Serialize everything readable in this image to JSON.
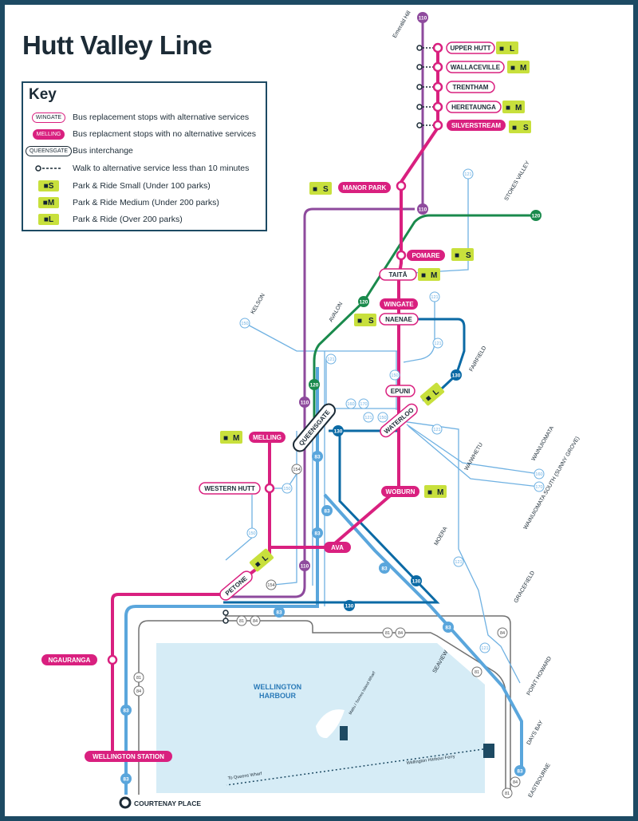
{
  "title": "Hutt Valley Line",
  "key": {
    "heading": "Key",
    "items": [
      {
        "symbol": "pill-outline",
        "sample": "WINGATE",
        "label": "Bus replacement stops with alternative services"
      },
      {
        "symbol": "pill-filled",
        "sample": "MELLING",
        "label": "Bus replacment stops with no alternative services"
      },
      {
        "symbol": "pill-black",
        "sample": "QUEENSGATE",
        "label": "Bus interchange"
      },
      {
        "symbol": "walk-dots",
        "sample": "",
        "label": "Walk to alternative service less than 10 minutes"
      },
      {
        "symbol": "park-ride",
        "sample": "S",
        "label": "Park & Ride Small (Under 100 parks)"
      },
      {
        "symbol": "park-ride",
        "sample": "M",
        "label": "Park & Ride Medium (Under 200 parks)"
      },
      {
        "symbol": "park-ride",
        "sample": "L",
        "label": "Park & Ride (Over 200 parks)"
      }
    ]
  },
  "colors": {
    "hutt_line": "#d9207f",
    "route_110": "#8e4a9d",
    "route_120": "#1a8a4c",
    "route_130": "#0b6aa5",
    "route_83": "#5aa6dc",
    "minor_route": "#6fb1e2",
    "route_81_84": "#707070",
    "harbour": "#d6ecf6",
    "park_ride": "#c8e03c",
    "frame": "#1d4a63",
    "text": "#1c2b36"
  },
  "stations": [
    {
      "name": "UPPER HUTT",
      "style": "outline",
      "park_ride": "L"
    },
    {
      "name": "WALLACEVILLE",
      "style": "outline",
      "park_ride": "M"
    },
    {
      "name": "TRENTHAM",
      "style": "outline",
      "park_ride": ""
    },
    {
      "name": "HERETAUNGA",
      "style": "outline",
      "park_ride": "M"
    },
    {
      "name": "SILVERSTREAM",
      "style": "filled",
      "park_ride": "S"
    },
    {
      "name": "MANOR PARK",
      "style": "filled",
      "park_ride": "S"
    },
    {
      "name": "POMARE",
      "style": "filled",
      "park_ride": "S"
    },
    {
      "name": "TAITĀ",
      "style": "outline",
      "park_ride": "M"
    },
    {
      "name": "WINGATE",
      "style": "filled",
      "park_ride": ""
    },
    {
      "name": "NAENAE",
      "style": "outline",
      "park_ride": "S"
    },
    {
      "name": "EPUNI",
      "style": "outline",
      "park_ride": ""
    },
    {
      "name": "WATERLOO",
      "style": "outline",
      "park_ride": "L"
    },
    {
      "name": "QUEENSGATE",
      "style": "interchange",
      "park_ride": ""
    },
    {
      "name": "MELLING",
      "style": "filled",
      "park_ride": "M"
    },
    {
      "name": "WESTERN HUTT",
      "style": "outline",
      "park_ride": ""
    },
    {
      "name": "WOBURN",
      "style": "filled",
      "park_ride": "M"
    },
    {
      "name": "AVA",
      "style": "filled",
      "park_ride": ""
    },
    {
      "name": "PETONE",
      "style": "outline",
      "park_ride": "L"
    },
    {
      "name": "NGAURANGA",
      "style": "filled",
      "park_ride": ""
    },
    {
      "name": "WELLINGTON STATION",
      "style": "filled",
      "park_ride": ""
    }
  ],
  "place_labels": [
    "Emerald Hill",
    "STOKES VALLEY",
    "KELSON",
    "AVALON",
    "FAIRFIELD",
    "WAIWHETU",
    "WAINUIOMATA",
    "WAINUIOMATA SOUTH (SUNNY GROVE)",
    "MOERA",
    "GRACEFIELD",
    "SEAVIEW",
    "POINT HOWARD",
    "DAYS BAY",
    "EASTBOURNE"
  ],
  "water": {
    "harbour_label": "WELLINGTON HARBOUR",
    "island_label": "Matiu / Somes Island Wharf",
    "ferry_label": "Wellington Harbour Ferry",
    "wharf_label": "To Queens Wharf"
  },
  "terminus": "COURTENAY PLACE",
  "route_badges": [
    "110",
    "120",
    "130",
    "83",
    "81",
    "84",
    "121",
    "150",
    "154",
    "160",
    "170"
  ]
}
